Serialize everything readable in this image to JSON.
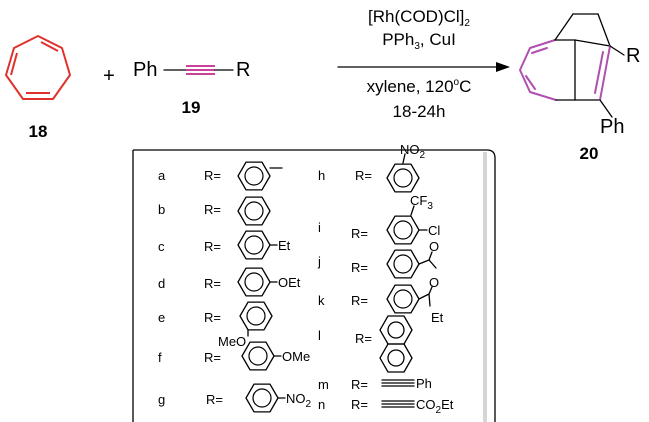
{
  "scheme": {
    "reactant_1": {
      "label": "18"
    },
    "plus": "+",
    "reactant_2": {
      "left": "Ph",
      "right": "R",
      "label": "19"
    },
    "conditions": {
      "catalyst_main": "[Rh(COD)Cl]",
      "catalyst_sub": "2",
      "ligand_a": "PPh",
      "ligand_sub": "3",
      "ligand_b": ", CuI",
      "solvent": "xylene, 120",
      "solvent_deg": "o",
      "solvent_unit": "C",
      "time": "18-24h"
    },
    "product": {
      "r": "R",
      "ph": "Ph",
      "label": "20"
    },
    "colors": {
      "triene": "#e0322c",
      "product_diene": "#b04fb0",
      "alkyne": "#c0288a"
    }
  },
  "table": {
    "prefix": "R=",
    "left": [
      {
        "id": "a",
        "subst": ""
      },
      {
        "id": "b",
        "subst": ""
      },
      {
        "id": "c",
        "subst": "Et"
      },
      {
        "id": "d",
        "subst": "OEt"
      },
      {
        "id": "e",
        "subst": "MeO"
      },
      {
        "id": "f",
        "subst": "OMe"
      },
      {
        "id": "g",
        "subst": "NO",
        "subst_sub": "2"
      }
    ],
    "right": [
      {
        "id": "h",
        "subst": "NO",
        "subst_sub": "2"
      },
      {
        "id": "i",
        "subst_top": "CF",
        "subst_top_sub": "3",
        "subst": "Cl"
      },
      {
        "id": "j",
        "subst": "O"
      },
      {
        "id": "k",
        "subst": "O",
        "subst_2": "Et"
      },
      {
        "id": "l",
        "subst": ""
      },
      {
        "id": "m",
        "subst": "Ph"
      },
      {
        "id": "n",
        "subst": "CO",
        "subst_sub": "2",
        "subst_tail": "Et"
      }
    ]
  }
}
